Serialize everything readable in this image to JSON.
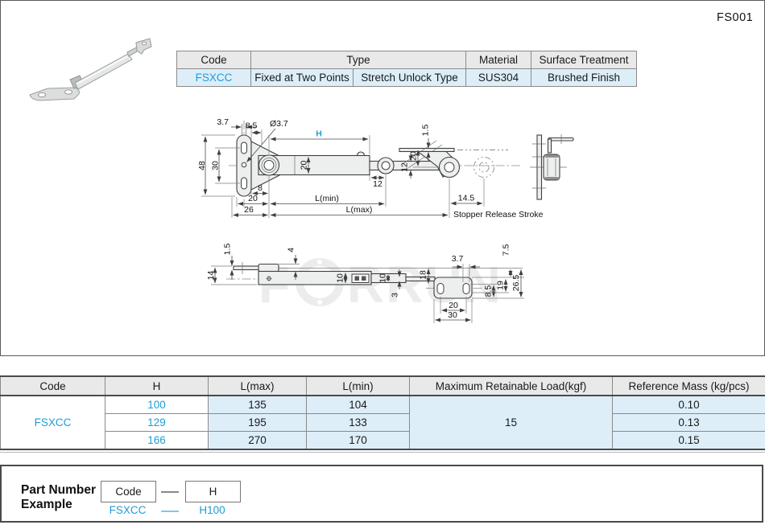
{
  "page": {
    "code": "FS001"
  },
  "colors": {
    "accent": "#1e9cd6",
    "header_bg": "#e9e9e9",
    "cell_blue": "#ddeef9"
  },
  "watermark": {
    "part1": "F",
    "part2": "RRUN"
  },
  "spec_table": {
    "headers": {
      "code": "Code",
      "type": "Type",
      "material": "Material",
      "surface": "Surface Treatment"
    },
    "row": {
      "code": "FSXCC",
      "type_a": "Fixed at Two Points",
      "type_b": "Stretch Unlock Type",
      "material": "SUS304",
      "surface": "Brushed Finish"
    }
  },
  "drawing": {
    "front": {
      "d37": "3.7",
      "d85": "8.5",
      "dia37": "Ø3.7",
      "H": "H",
      "d48": "48",
      "d30": "30",
      "d20tube": "20",
      "d20drop": "20",
      "d15": "1.5",
      "d12rod": "12",
      "d12eye": "12",
      "d8": "8",
      "d20base": "20",
      "d26": "26",
      "lmin": "L(min)",
      "lmax": "L(max)",
      "d145": "14.5",
      "stroke_label": "Stopper Release Stroke"
    },
    "plan": {
      "d15": "1.5",
      "d14": "14",
      "d4": "4",
      "d10a": "10",
      "d10b": "10",
      "d18": "18",
      "d3": "3",
      "d37": "3.7",
      "d75": "7.5",
      "d85": "8.5",
      "d19": "19",
      "d265": "26.5",
      "d20": "20",
      "d30": "30"
    }
  },
  "dim_table": {
    "headers": [
      "Code",
      "H",
      "L(max)",
      "L(min)",
      "Maximum Retainable Load(kgf)",
      "Reference Mass (kg/pcs)"
    ],
    "code": "FSXCC",
    "load": "15",
    "rows": [
      {
        "h": "100",
        "lmax": "135",
        "lmin": "104",
        "mass": "0.10"
      },
      {
        "h": "129",
        "lmax": "195",
        "lmin": "133",
        "mass": "0.13"
      },
      {
        "h": "166",
        "lmax": "270",
        "lmin": "170",
        "mass": "0.15"
      }
    ]
  },
  "part_number": {
    "label_line1": "Part Number",
    "label_line2": "Example",
    "code_box": "Code",
    "h_box": "H",
    "example_code": "FSXCC",
    "example_h": "H100"
  }
}
